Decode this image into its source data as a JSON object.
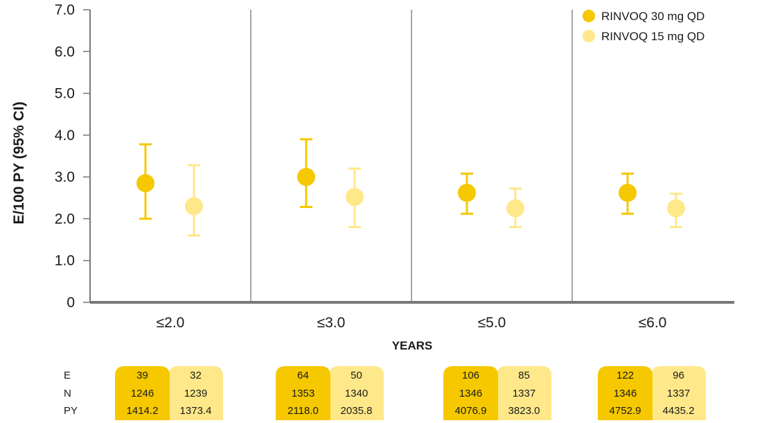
{
  "colors": {
    "series_30": "#f5c800",
    "series_15": "#ffe88a",
    "axis": "#777777",
    "divider": "#888888"
  },
  "chart_data": {
    "type": "scatter",
    "ylabel": "E/100 PY (95% CI)",
    "xlabel": "YEARS",
    "ylim": [
      0,
      7
    ],
    "yticks": [
      "0",
      "1.0",
      "2.0",
      "3.0",
      "4.0",
      "5.0",
      "6.0",
      "7.0"
    ],
    "categories": [
      "≤2.0",
      "≤3.0",
      "≤5.0",
      "≤6.0"
    ],
    "grid": false,
    "legend_position": "top-right",
    "series": [
      {
        "name": "RINVOQ 30 mg QD",
        "color": "#f5c800",
        "values": [
          2.85,
          3.0,
          2.62,
          2.62
        ],
        "ci_low": [
          2.0,
          2.28,
          2.12,
          2.12
        ],
        "ci_high": [
          3.78,
          3.9,
          3.08,
          3.08
        ]
      },
      {
        "name": "RINVOQ 15 mg QD",
        "color": "#ffe88a",
        "values": [
          2.3,
          2.52,
          2.25,
          2.25
        ],
        "ci_low": [
          1.6,
          1.8,
          1.8,
          1.8
        ],
        "ci_high": [
          3.28,
          3.2,
          2.72,
          2.6
        ]
      }
    ],
    "table": {
      "row_labels": [
        "E",
        "N",
        "PY"
      ],
      "groups": [
        {
          "rinvoq30": [
            "39",
            "1246",
            "1414.2"
          ],
          "rinvoq15": [
            "32",
            "1239",
            "1373.4"
          ]
        },
        {
          "rinvoq30": [
            "64",
            "1353",
            "2118.0"
          ],
          "rinvoq15": [
            "50",
            "1340",
            "2035.8"
          ]
        },
        {
          "rinvoq30": [
            "106",
            "1346",
            "4076.9"
          ],
          "rinvoq15": [
            "85",
            "1337",
            "3823.0"
          ]
        },
        {
          "rinvoq30": [
            "122",
            "1346",
            "4752.9"
          ],
          "rinvoq15": [
            "96",
            "1337",
            "4435.2"
          ]
        }
      ]
    }
  }
}
